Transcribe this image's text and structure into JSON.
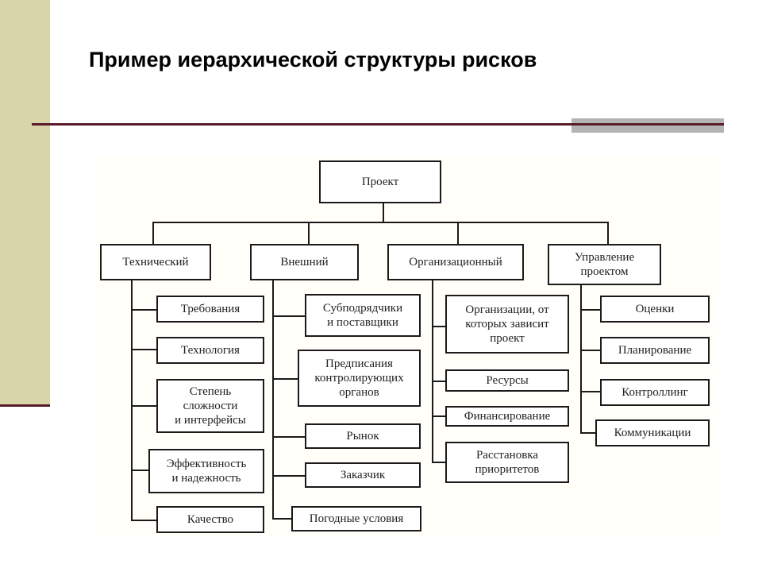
{
  "slide": {
    "title": "Пример иерархической структуры рисков"
  },
  "diagram": {
    "root": "Проект",
    "categories": [
      {
        "label": "Технический",
        "items": [
          "Требования",
          "Технология",
          "Степень\nсложности\nи интерфейсы",
          "Эффективность\nи надежность",
          "Качество"
        ]
      },
      {
        "label": "Внешний",
        "items": [
          "Субподрядчики\nи поставщики",
          "Предписания\nконтролирующих\nорганов",
          "Рынок",
          "Заказчик",
          "Погодные условия"
        ]
      },
      {
        "label": "Организационный",
        "items": [
          "Организации, от\nкоторых зависит\nпроект",
          "Ресурсы",
          "Финансирование",
          "Расстановка\nприоритетов"
        ]
      },
      {
        "label": "Управление\nпроектом",
        "items": [
          "Оценки",
          "Планирование",
          "Контроллинг",
          "Коммуникации"
        ]
      }
    ]
  }
}
